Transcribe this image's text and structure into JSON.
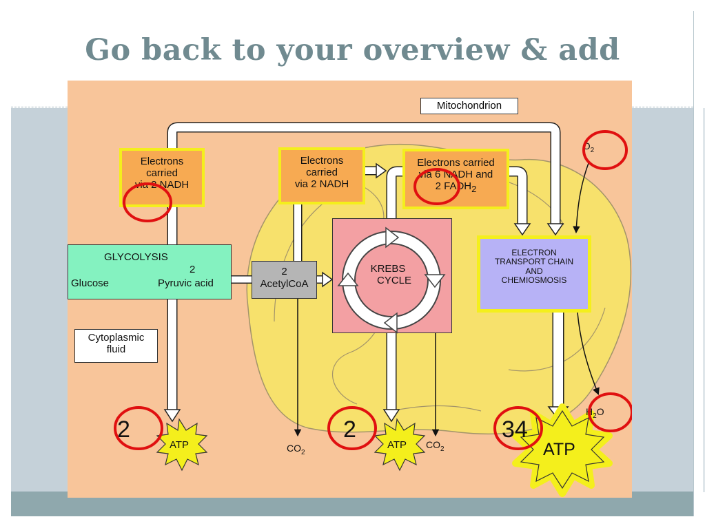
{
  "slide": {
    "title": "Go back to your overview & add"
  },
  "diagram": {
    "mitochondrion_label": "Mitochondrion",
    "o2_label": "O",
    "o2_sub": "2",
    "h2o_label_h": "H",
    "h2o_sub": "2",
    "h2o_label_o": "O",
    "electrons_nadh_glycolysis": {
      "line1": "Electrons",
      "line2": "carried",
      "line3": "via 2 NADH"
    },
    "electrons_nadh_acetyl": {
      "line1": "Electrons",
      "line2": "carried",
      "line3": "via 2 NADH"
    },
    "electrons_krebs": {
      "line1": "Electrons carried",
      "line2": "via 6 NADH and",
      "line3": "2 FADH",
      "line3_sub": "2"
    },
    "glycolysis": {
      "title": "GLYCOLYSIS",
      "glucose": "Glucose",
      "pyruvic_count": "2",
      "pyruvic": "Pyruvic acid"
    },
    "acetyl_coa": {
      "count": "2",
      "label": "AcetylCoA"
    },
    "krebs": {
      "line1": "KREBS",
      "line2": "CYCLE"
    },
    "etc": {
      "line1": "ELECTRON",
      "line2": "TRANSPORT CHAIN",
      "line3": "AND",
      "line4": "CHEMIOSMOSIS"
    },
    "cytoplasmic": {
      "line1": "Cytoplasmic",
      "line2": "fluid"
    },
    "co2_1": {
      "label": "CO",
      "sub": "2"
    },
    "co2_2": {
      "label": "CO",
      "sub": "2"
    },
    "atp_yields": [
      {
        "count": "2",
        "label": "ATP"
      },
      {
        "count": "2",
        "label": "ATP"
      },
      {
        "count": "34",
        "label": "ATP"
      }
    ]
  },
  "colors": {
    "title": "#708a90",
    "diagram_bg": "#f8c59a",
    "mito_fill": "#f7e16c",
    "highlight_yellow": "#f4ef1c",
    "electron_box": "#f7aa52",
    "glycolysis_box": "#84f2c0",
    "krebs_box": "#f3a0a3",
    "etc_box": "#b7b2f6",
    "annotation_red": "#e01010"
  }
}
